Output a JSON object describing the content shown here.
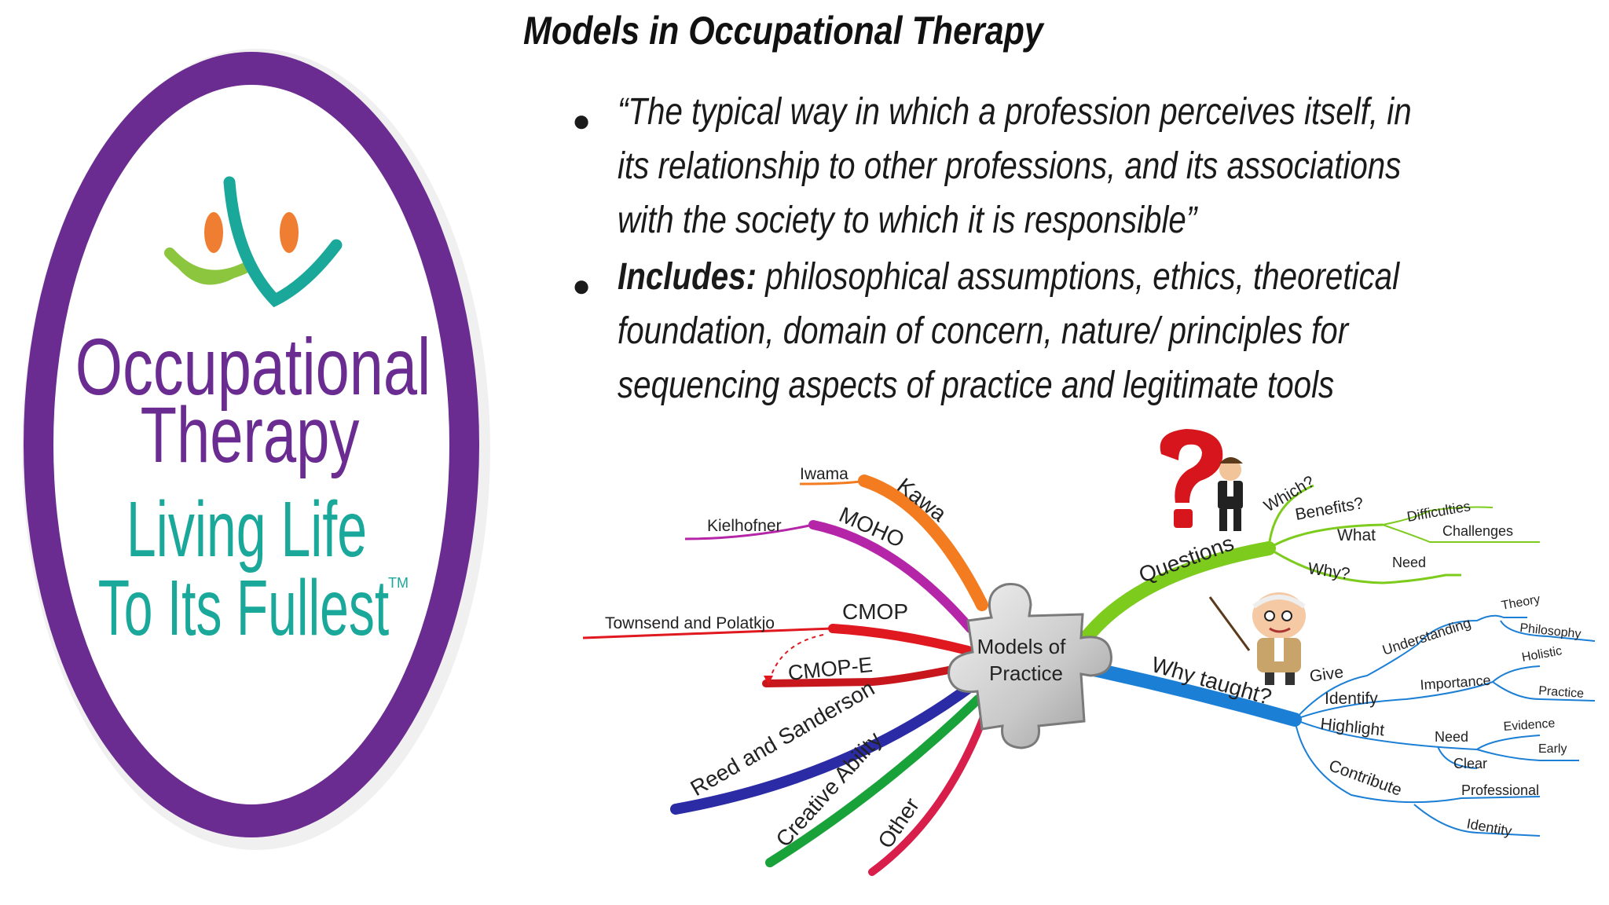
{
  "logo": {
    "line1": "Occupational",
    "line2": "Therapy",
    "tagline1": "Living Life",
    "tagline2": "To Its Fullest",
    "trademark": "TM",
    "colors": {
      "ring": "#6b2c91",
      "teal": "#1aa89a",
      "orange": "#ef7d32",
      "lime": "#8cc63f"
    }
  },
  "slide": {
    "title": "Models in Occupational Therapy",
    "bullets": [
      {
        "bold": "",
        "text": "“The typical way in which a profession perceives itself, in its relationship to other professions, and its associations with the society to which it is responsible”"
      },
      {
        "bold": "Includes:",
        "text": " philosophical assumptions, ethics, theoretical foundation, domain of concern, nature/ principles for sequencing aspects of practice and legitimate tools"
      }
    ]
  },
  "mindmap": {
    "center": {
      "line1": "Models of",
      "line2": "Practice"
    },
    "left": {
      "kawa": "Kawa",
      "iwama": "Iwama",
      "moho": "MOHO",
      "kielhofner": "Kielhofner",
      "cmop": "CMOP",
      "townsend": "Townsend and Polatkjo",
      "cmope": "CMOP-E",
      "reed": "Reed and Sanderson",
      "creative": "Creative Ability",
      "other": "Other"
    },
    "questions": {
      "label": "Questions",
      "which": "Which?",
      "benefits": "Benefits?",
      "difficulties": "Difficulties",
      "what": "What",
      "challenges": "Challenges",
      "why": "Why?",
      "need": "Need"
    },
    "why_taught": {
      "label": "Why taught?",
      "give": "Give",
      "understanding": "Understanding",
      "theory": "Theory",
      "philosophy": "Philosophy",
      "identify": "Identify",
      "importance": "Importance",
      "holistic": "Holistic",
      "practice": "Practice",
      "highlight": "Highlight",
      "need": "Need",
      "evidence": "Evidence",
      "early": "Early",
      "clear": "Clear",
      "contribute": "Contribute",
      "professional": "Professional",
      "identity": "Identity"
    }
  }
}
